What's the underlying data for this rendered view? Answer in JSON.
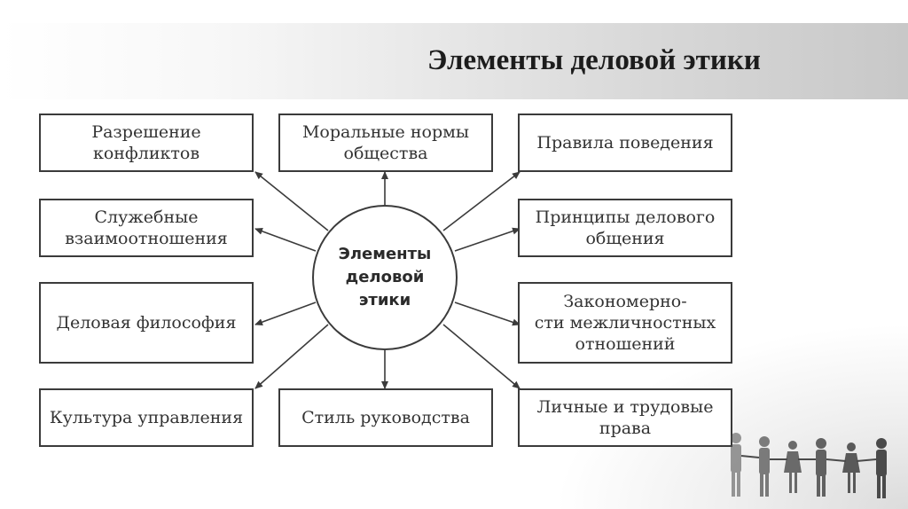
{
  "slide": {
    "title": "Элементы деловой этики"
  },
  "diagram": {
    "center": "Элементы\nделовой\nэтики",
    "nodes": {
      "conflict_resolution": "Разрешение\nконфликтов",
      "moral_norms": "Моральные нормы\nобщества",
      "behavior_rules": "Правила поведения",
      "service_relations": "Служебные\nвзаимоотношения",
      "communication_principles": "Принципы делового\nобщения",
      "business_philosophy": "Деловая философия",
      "interpersonal_patterns": "Закономерно-\nсти межличностных\nотношений",
      "management_culture": "Культура управления",
      "leadership_style": "Стиль руководства",
      "personal_labor_rights": "Личные и трудовые\nправа"
    }
  },
  "colors": {
    "stroke": "#3b3b3b",
    "text": "#333333",
    "title": "#1c1c1c"
  }
}
